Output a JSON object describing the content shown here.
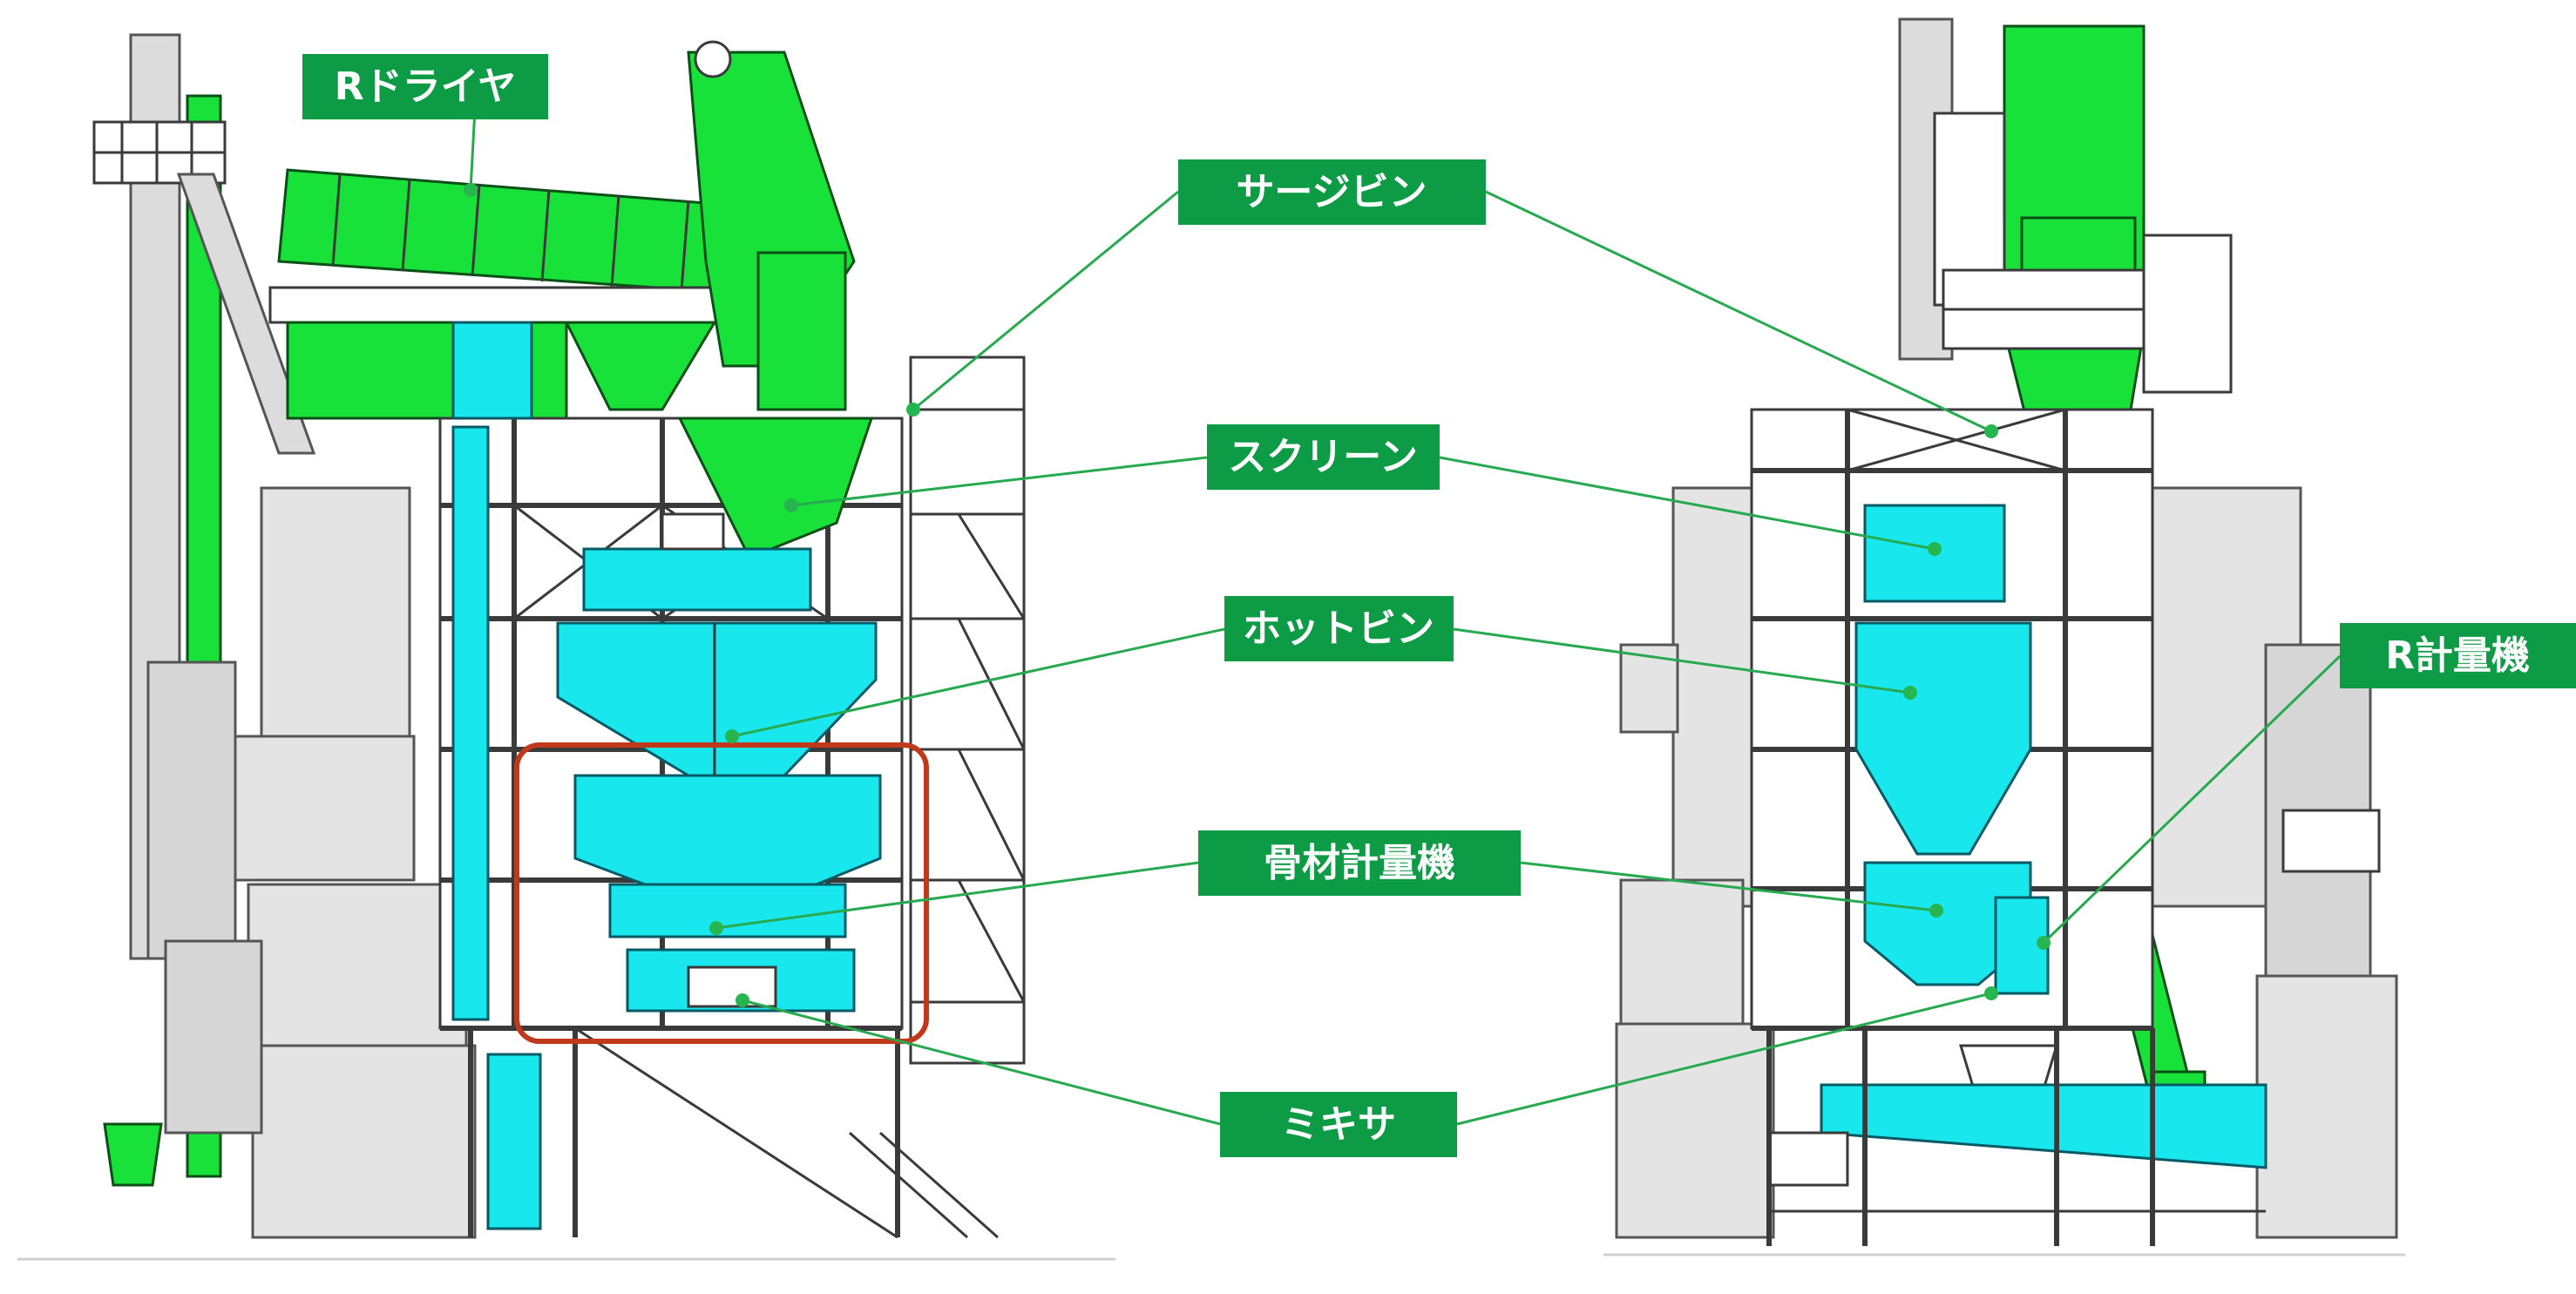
{
  "labels": {
    "r_dryer": "Rドライヤ",
    "surge_bin": "サージビン",
    "screen": "スクリーン",
    "hot_bin": "ホットビン",
    "aggregate_scale": "骨材計量機",
    "mixer": "ミキサ",
    "r_scale": "R計量機"
  },
  "colors": {
    "label_bg": "#0d9b45",
    "label_text": "#ffffff",
    "leader": "#27a94f",
    "equipment_green": "#18e13a",
    "equipment_cyan": "#18e8ee",
    "highlight_frame": "#c0391b"
  }
}
